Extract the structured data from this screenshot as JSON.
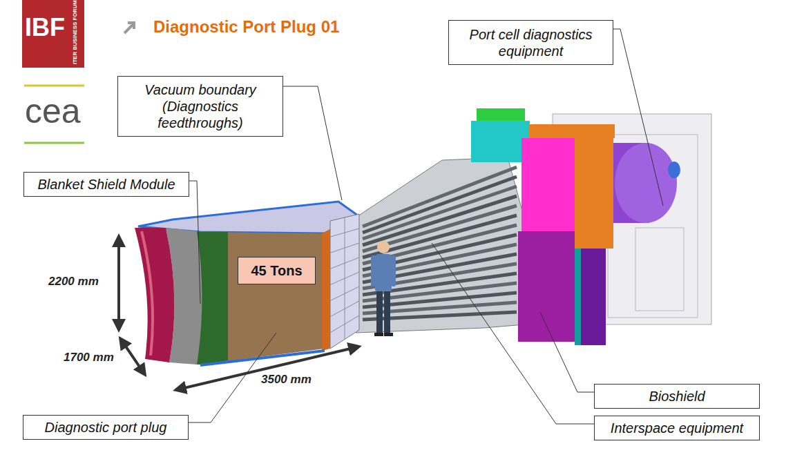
{
  "diagram": {
    "title": "Diagnostic Port Plug 01",
    "nodes": [
      {
        "text": [
          "Port cell diagnostics equipment"
        ]
      },
      {
        "text": [
          "Vacuum boundary (Diagnostics feedthroughs)"
        ]
      },
      {
        "text": [
          "Blanket Shield Module"
        ]
      },
      {
        "text": [
          "45 Tons"
        ]
      },
      {
        "text": [
          "Bioshield"
        ]
      },
      {
        "text": [
          "Diagnostic port plug"
        ]
      },
      {
        "text": [
          "Interspace equipment"
        ]
      }
    ],
    "labels": [
      "IBF",
      "ITER BUSINESS FORUM",
      "cea",
      "2200 mm",
      "1700 mm",
      "3500 mm"
    ]
  }
}
